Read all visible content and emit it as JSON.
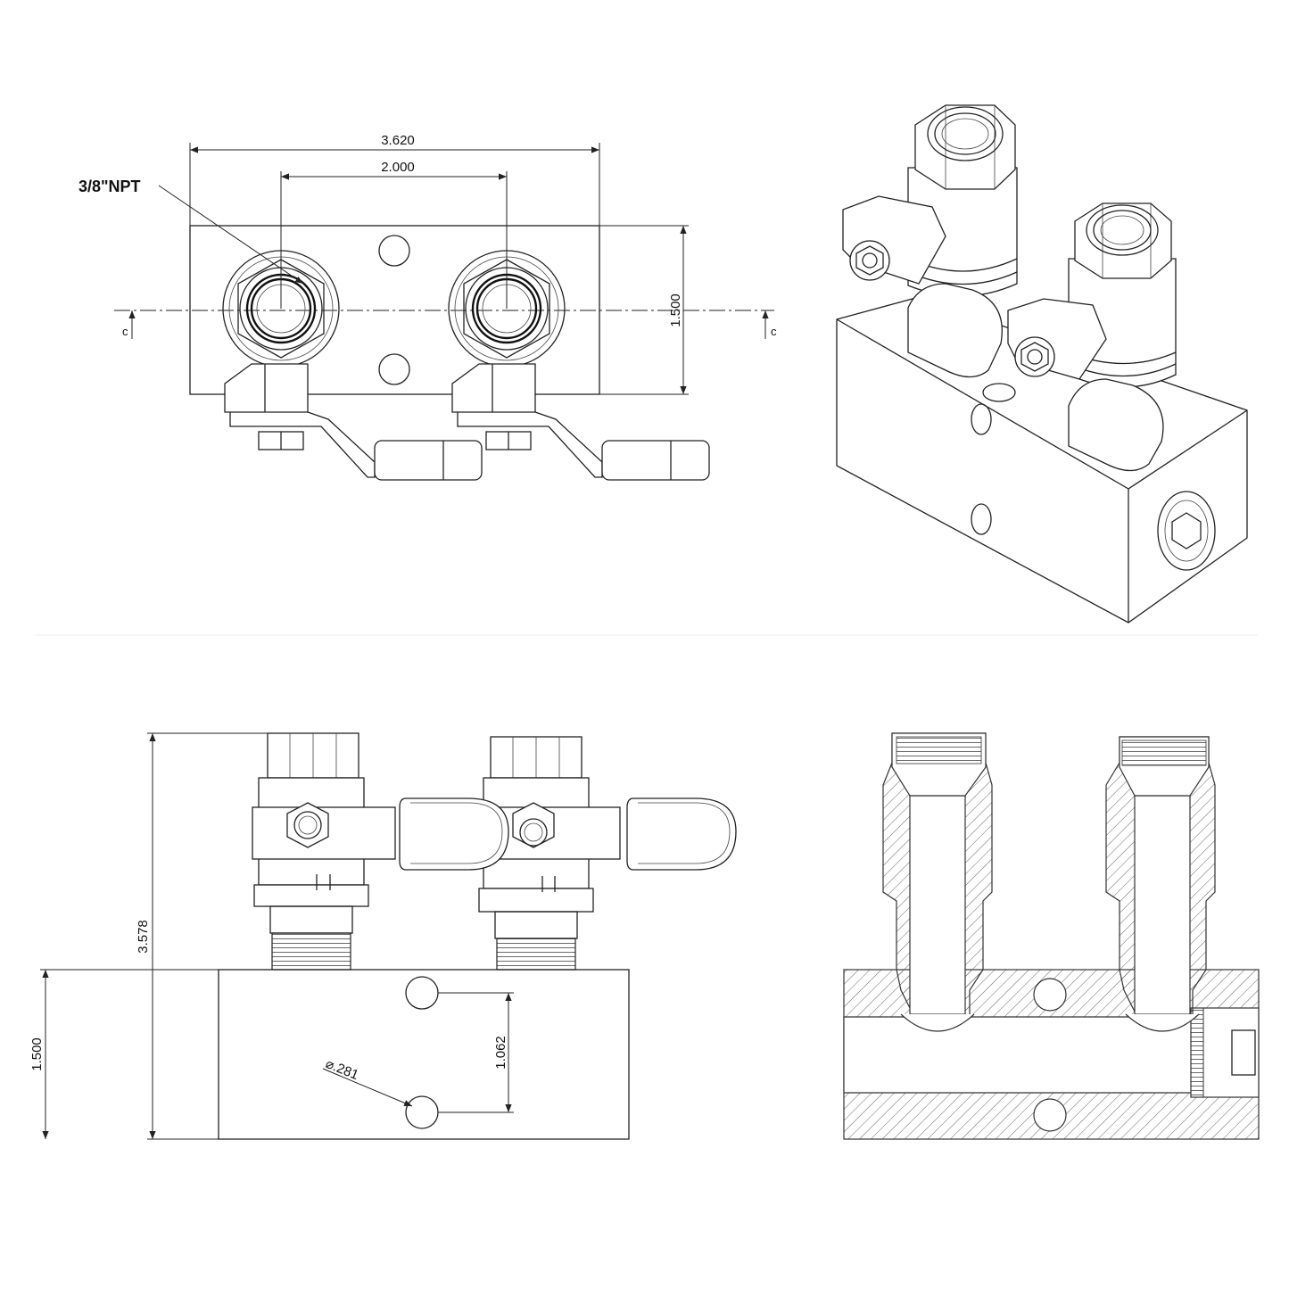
{
  "top_view": {
    "width_dim": "3.620",
    "spacing_dim": "2.000",
    "thread_callout": "3/8\"NPT",
    "height_dim": "1.500",
    "section_mark_left": "c",
    "section_mark_right": "c"
  },
  "front_view": {
    "overall_height_dim": "3.578",
    "block_height_dim": "1.500",
    "hole_spacing_dim": "1.062",
    "hole_diameter_dim": "⌀.281"
  },
  "colors": {
    "line": "#222222",
    "background": "#ffffff"
  }
}
